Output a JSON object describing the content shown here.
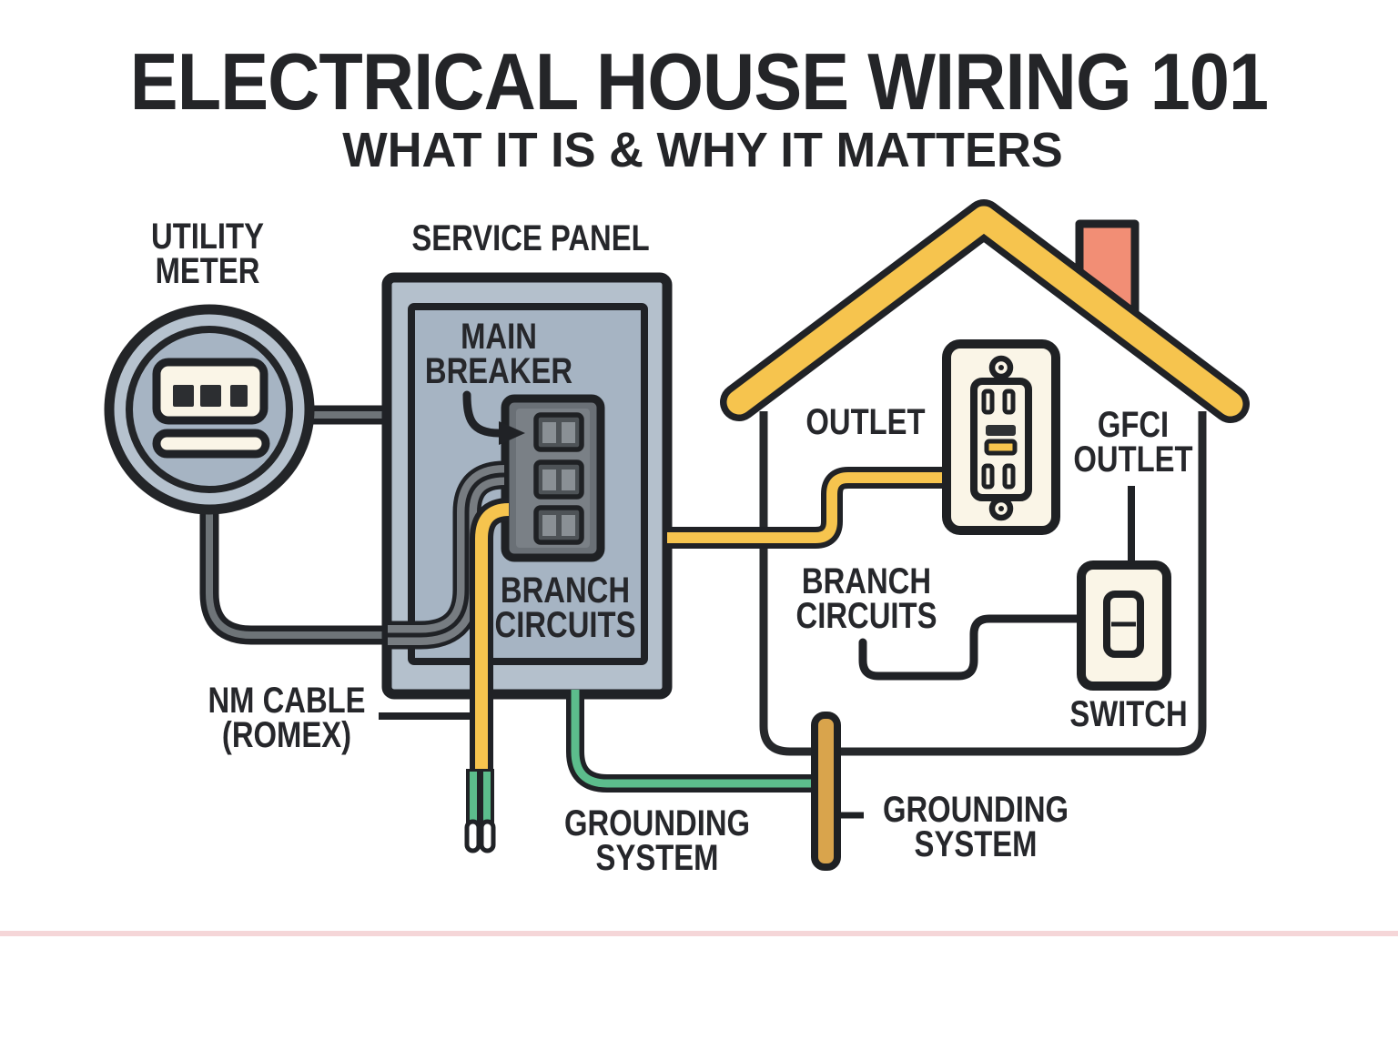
{
  "title": "ELECTRICAL HOUSE WIRING 101",
  "subtitle": "WHAT IT IS & WHY IT MATTERS",
  "labels": {
    "utility_meter_1": "UTILITY",
    "utility_meter_2": "METER",
    "service_panel": "SERVICE PANEL",
    "main_breaker_1": "MAIN",
    "main_breaker_2": "BREAKER",
    "branch_circuits_panel_1": "BRANCH",
    "branch_circuits_panel_2": "CIRCUITS",
    "nm_cable_1": "NM CABLE",
    "nm_cable_2": "(ROMEX)",
    "outlet": "OUTLET",
    "gfci_outlet_1": "GFCI",
    "gfci_outlet_2": "OUTLET",
    "branch_circuits_house_1": "BRANCH",
    "branch_circuits_house_2": "CIRCUITS",
    "switch": "SWITCH",
    "grounding_left_1": "GROUNDING",
    "grounding_left_2": "SYSTEM",
    "grounding_right_1": "GROUNDING",
    "grounding_right_2": "SYSTEM"
  },
  "colors": {
    "outline_black": "#202226",
    "text_dark": "#26272b",
    "wire_yellow": "#f6c44e",
    "wire_green": "#5cbd8c",
    "wire_gray": "#73787d",
    "panel_fill_outer": "#b4c0cc",
    "panel_fill_inner": "#a6b4c3",
    "breaker_box_fill": "#6a7076",
    "device_cream": "#faf5e7",
    "roof_yellow": "#f6c44e",
    "chimney_coral": "#f28e75",
    "ground_rod_tan": "#d9a44c",
    "divider_pink": "#f5d6d8"
  }
}
